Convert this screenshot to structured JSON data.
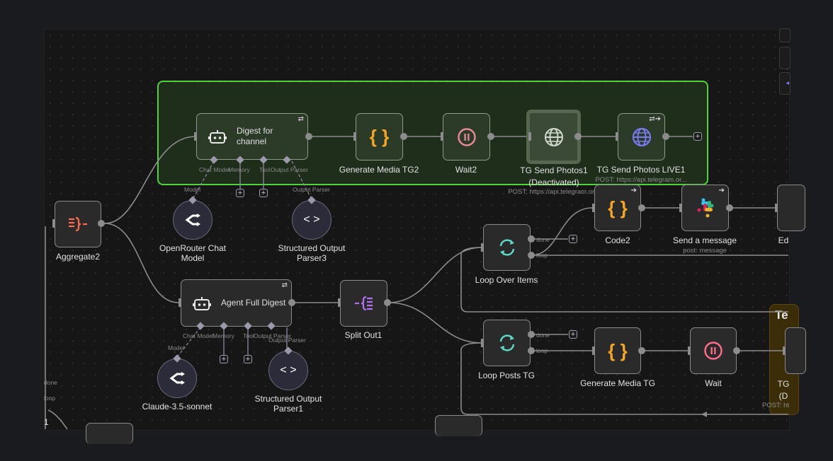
{
  "sticky_notes": {
    "yellow_title": "Te"
  },
  "nodes": {
    "digest_for_channel": {
      "title": "Digest for channel",
      "ports": [
        "Chat Model",
        "Memory",
        "Tool",
        "Output Parser"
      ]
    },
    "generate_media_tg2": {
      "label": "Generate Media TG2"
    },
    "wait2": {
      "label": "Wait2"
    },
    "tg_send_photos1": {
      "label": "TG Send Photos1",
      "status": "(Deactivated)",
      "subtitle": "POST: https://api.telegram.or..."
    },
    "tg_send_photos_live1": {
      "label": "TG Send Photos LIVE1",
      "subtitle": "POST: https://api.telegram.or..."
    },
    "aggregate2": {
      "label": "Aggregate2"
    },
    "openrouter_chat_model": {
      "label_line1": "OpenRouter Chat",
      "label_line2": "Model",
      "port": "Model"
    },
    "structured_output_parser3": {
      "label_line1": "Structured Output",
      "label_line2": "Parser3",
      "port": "Output Parser"
    },
    "agent_full_digest": {
      "title": "Agent Full Digest",
      "ports": [
        "Chat Model",
        "Memory",
        "Tool",
        "Output Parser"
      ]
    },
    "split_out1": {
      "label": "Split Out1"
    },
    "claude_model": {
      "label": "Claude-3.5-sonnet",
      "port": "Model"
    },
    "structured_output_parser1": {
      "label_line1": "Structured Output",
      "label_line2": "Parser1",
      "port": "Output Parser"
    },
    "loop_over_items": {
      "label": "Loop Over Items",
      "out_done": "done",
      "out_loop": "loop"
    },
    "code2": {
      "label": "Code2"
    },
    "send_a_message": {
      "label": "Send a message",
      "subtitle": "post: message"
    },
    "edit_partial": {
      "label": "Ed"
    },
    "loop_posts_tg": {
      "label": "Loop Posts TG",
      "out_done": "done",
      "out_loop": "loop"
    },
    "generate_media_tg": {
      "label": "Generate Media TG"
    },
    "wait": {
      "label": "Wait"
    },
    "tg_partial": {
      "label_line1": "TG",
      "label_line2": "(D",
      "subtitle": "POST: ht"
    },
    "left_partial": {
      "out_done": "done",
      "out_loop": "loop",
      "label": "1"
    }
  },
  "icons": {
    "add": "+",
    "code": "{ }",
    "angle": "< >"
  },
  "colors": {
    "group_border": "#4ed33a",
    "code_icon": "#f5a623",
    "wait_icon": "#ff6d8a",
    "http_icon_active": "#7a7af0",
    "loop_icon": "#5ed9c4",
    "split_icon": "#b070f0",
    "aggregate_icon": "#ff6b4a"
  }
}
